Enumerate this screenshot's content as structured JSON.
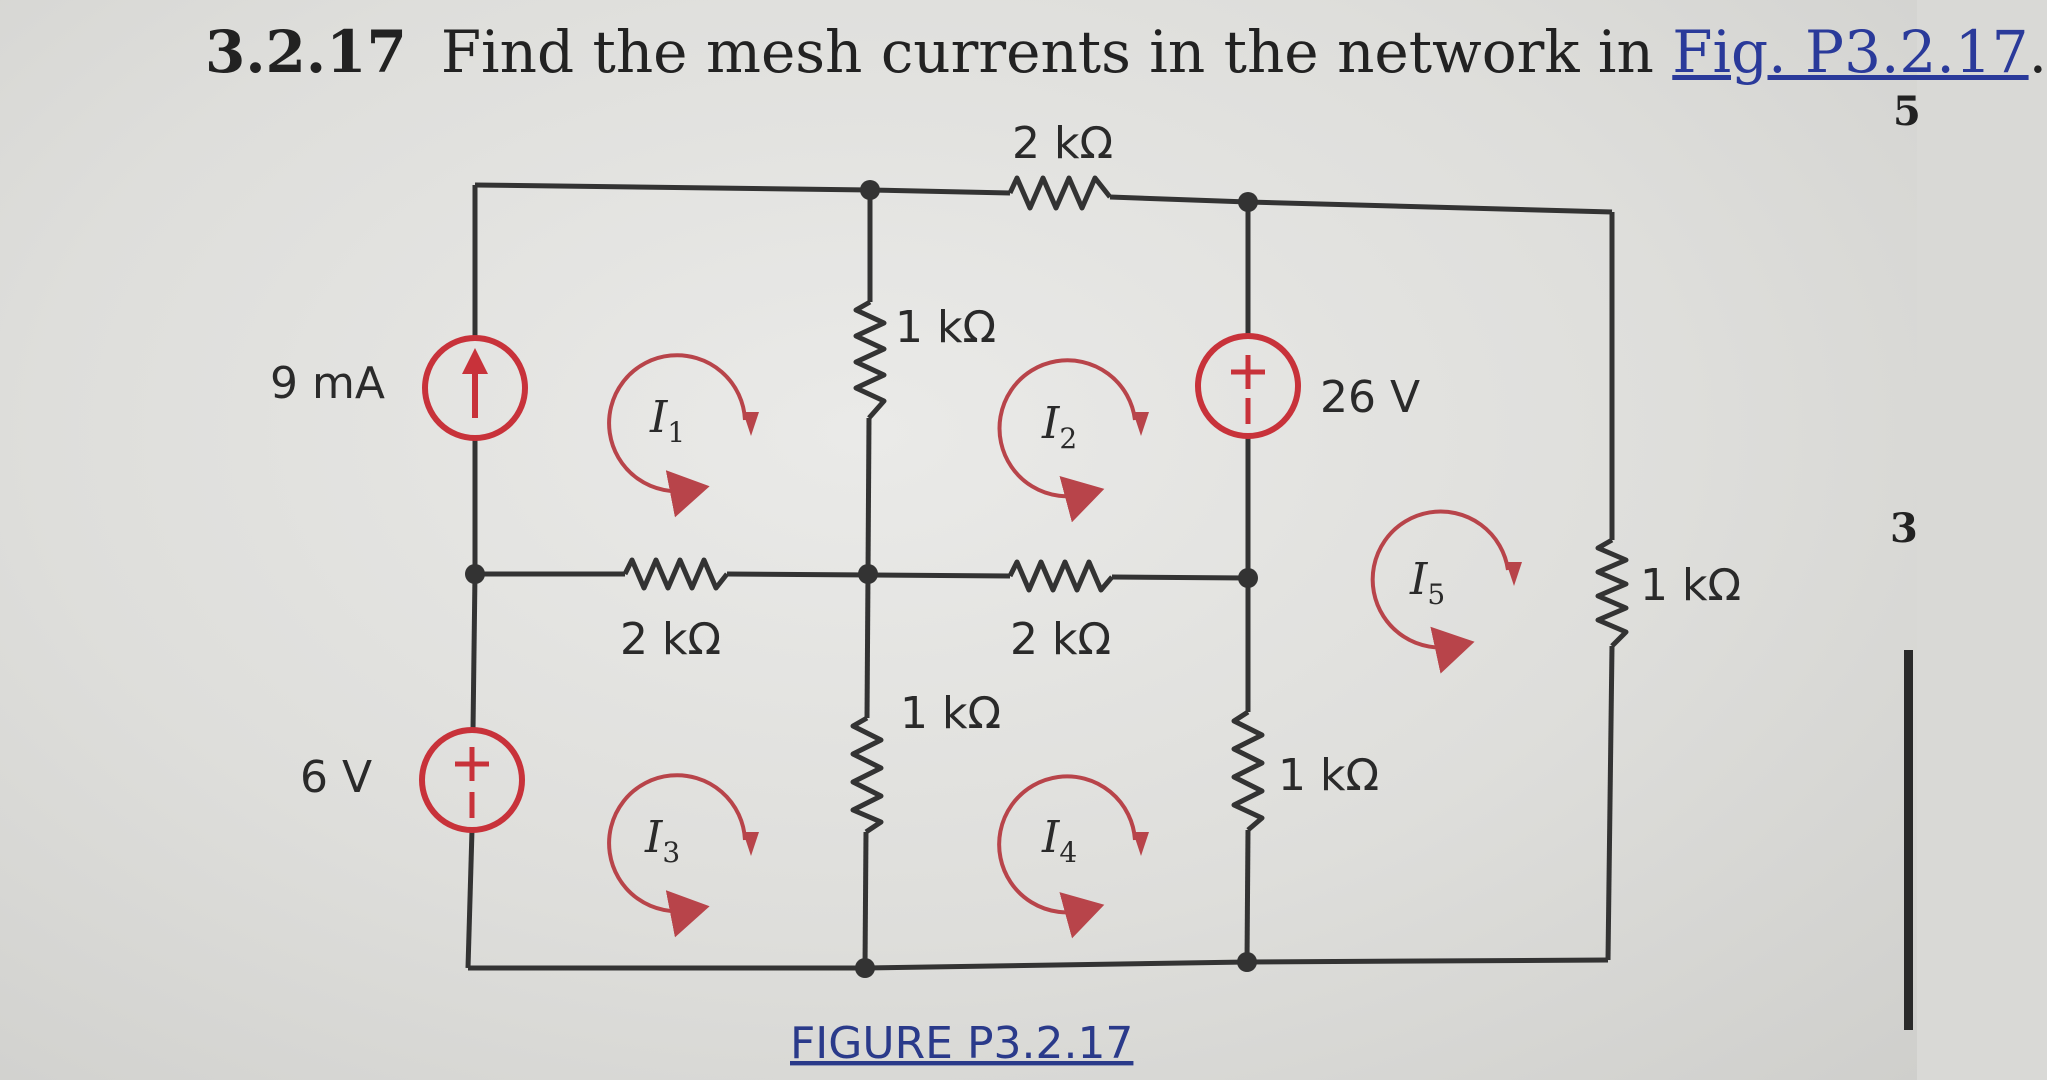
{
  "problem": {
    "number": "3.2.17",
    "statement": "Find the mesh currents in the network in",
    "figure_ref": "Fig. P3.2.17",
    "trailing": "."
  },
  "edge": {
    "digit_top": "5",
    "digit_mid": "3"
  },
  "circuit": {
    "wire_color": "#333333",
    "source_color": "#c8323a",
    "mesh_arrow_color": "#b8444a",
    "components": {
      "top_resistor": "2 kΩ",
      "upper_middle_resistor": "1 kΩ",
      "current_source": "9 mA",
      "voltage_source_26": "26 V",
      "mid_left_resistor": "2 kΩ",
      "mid_center_resistor": "2 kΩ",
      "lower_middle_resistor": "1 kΩ",
      "right_resistor": "1 kΩ",
      "lower_right_resistor": "1 kΩ",
      "voltage_source_6": "6 V"
    },
    "meshes": [
      {
        "label": "I",
        "sub": "1"
      },
      {
        "label": "I",
        "sub": "2"
      },
      {
        "label": "I",
        "sub": "3"
      },
      {
        "label": "I",
        "sub": "4"
      },
      {
        "label": "I",
        "sub": "5"
      }
    ]
  },
  "caption": "FIGURE P3.2.17"
}
